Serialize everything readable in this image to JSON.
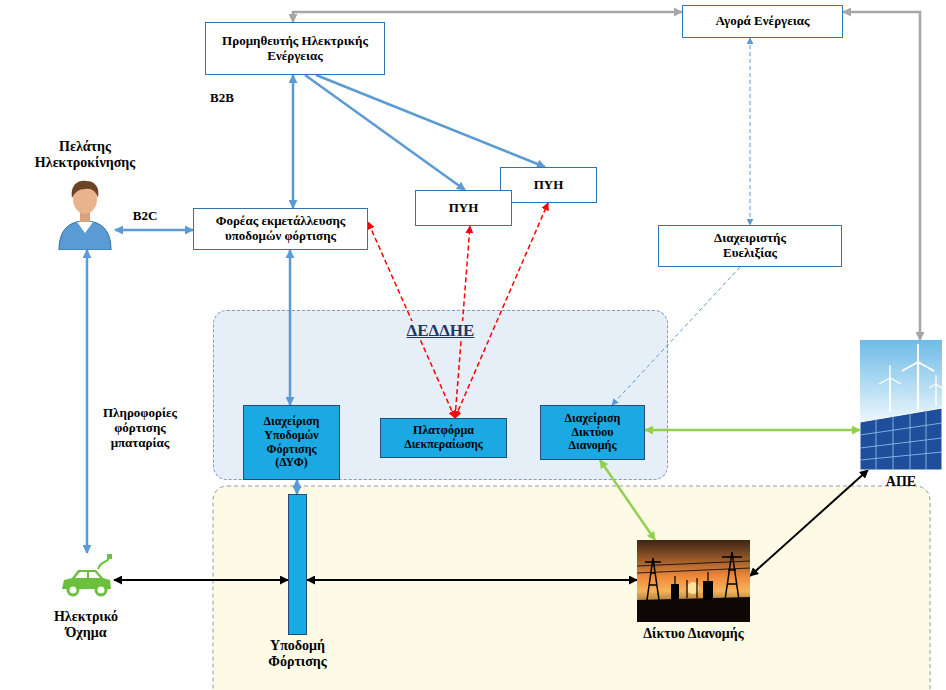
{
  "diagram": {
    "nodes": [
      {
        "text": [
          "Αγορά Ενέργειας"
        ]
      },
      {
        "text": [
          "Προμηθευτής Ηλεκτρικής Ενέργειας"
        ]
      },
      {
        "text": [
          "Πελάτης Ηλεκτροκίνησης"
        ]
      },
      {
        "text": [
          "Φορέας εκμετάλλευσης υποδομών φόρτισης"
        ]
      },
      {
        "text": [
          "ΠΥΗ"
        ]
      },
      {
        "text": [
          "ΠΥΗ"
        ]
      },
      {
        "text": [
          "Διαχειριστής Ευελιξίας"
        ]
      },
      {
        "text": [
          "ΔΕΔΔΗΕ"
        ]
      },
      {
        "text": [
          "Διαχείριση Υποδομών Φόρτισης (ΔΥΦ)"
        ],
        "in": 7
      },
      {
        "text": [
          "Πλατφόρμα Διεκπεραίωσης"
        ],
        "in": 7
      },
      {
        "text": [
          "Διαχείριση Δικτύου Διανομής"
        ],
        "in": 7
      },
      {
        "text": [
          "ΑΠΕ"
        ]
      },
      {
        "text": [
          "Ηλεκτρικό Όχημα"
        ]
      },
      {
        "text": [
          "Υποδομή Φόρτισης"
        ]
      },
      {
        "text": [
          "Δίκτυο Διανομής"
        ]
      }
    ],
    "edges": [
      {
        "from": 0,
        "to": 1,
        "arrow": "both"
      },
      {
        "from": 0,
        "to": 11,
        "arrow": "both"
      },
      {
        "from": 0,
        "to": 6,
        "arrow": "both"
      },
      {
        "from": 1,
        "to": 3,
        "arrow": "both",
        "label": "B2B"
      },
      {
        "from": 1,
        "to": 4,
        "arrow": "to"
      },
      {
        "from": 1,
        "to": 5,
        "arrow": "to"
      },
      {
        "from": 2,
        "to": 3,
        "arrow": "both",
        "label": "B2C"
      },
      {
        "from": 3,
        "to": 8,
        "arrow": "both"
      },
      {
        "from": 9,
        "to": 3,
        "arrow": "both"
      },
      {
        "from": 9,
        "to": 4,
        "arrow": "both"
      },
      {
        "from": 9,
        "to": 5,
        "arrow": "both"
      },
      {
        "from": 6,
        "to": 10,
        "arrow": "to"
      },
      {
        "from": 10,
        "to": 11,
        "arrow": "both"
      },
      {
        "from": 10,
        "to": 14,
        "arrow": "both"
      },
      {
        "from": 8,
        "to": 13,
        "arrow": "both"
      },
      {
        "from": 2,
        "to": 12,
        "arrow": "both",
        "label": "Πληροφορίες φόρτισης μπαταρίας"
      },
      {
        "from": 12,
        "to": 13,
        "arrow": "both"
      },
      {
        "from": 13,
        "to": 14,
        "arrow": "both"
      },
      {
        "from": 11,
        "to": 14,
        "arrow": "both"
      }
    ]
  }
}
